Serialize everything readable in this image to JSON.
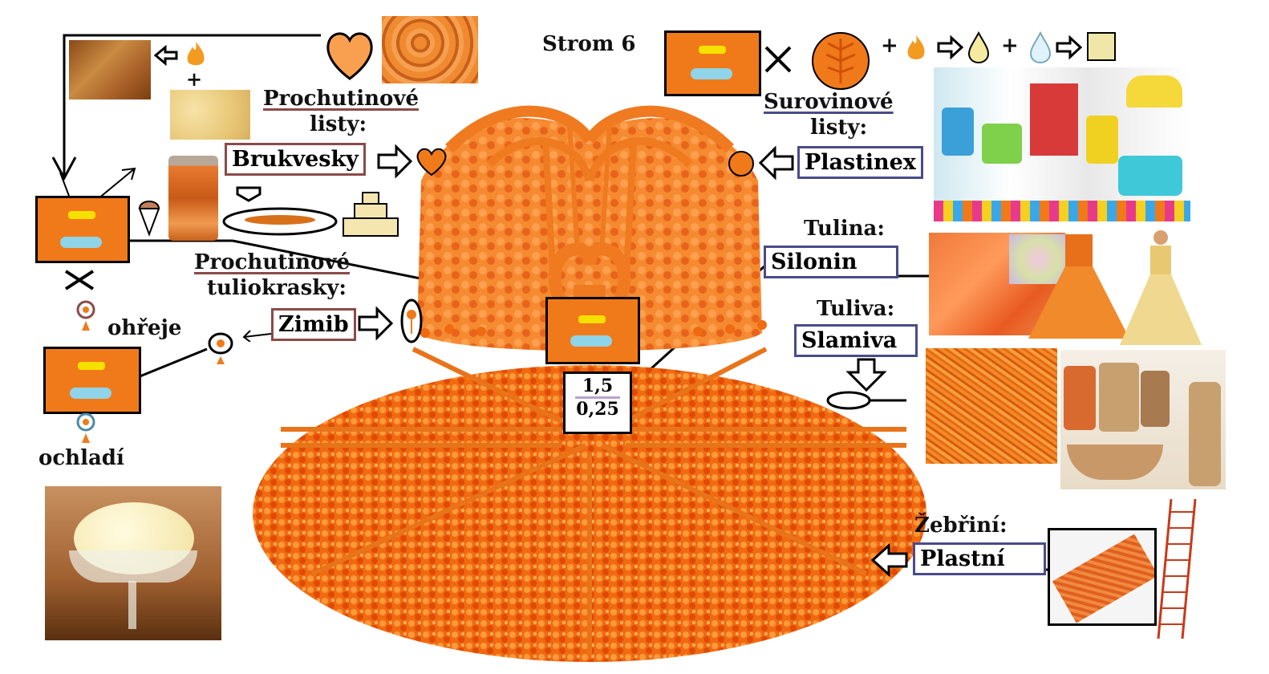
{
  "title": "Strom 6",
  "formula": {
    "plus1": "+",
    "plus2": "+"
  },
  "left_top_plus": "+",
  "labels": {
    "prochutinove_listy_1": "Prochutinové",
    "prochutinove_listy_2": "listy:",
    "brukvesky": "Brukvesky",
    "prochutinove_tulio_1": "Prochutinové",
    "prochutinove_tulio_2": "tuliokrasky:",
    "zimib": "Zimib",
    "ohreje": "ohřeje",
    "ochladi": "ochladí",
    "surovinove_listy_1": "Surovinové",
    "surovinove_listy_2": "listy:",
    "plastinex": "Plastinex",
    "tulina": "Tulina:",
    "silonin": "Silonin",
    "tuliva": "Tuliva:",
    "slamiva": "Slamiva",
    "zebrini": "Žebřiní:",
    "plastni": "Plastní",
    "ratio_top": "1,5",
    "ratio_bottom": "0,25"
  },
  "colors": {
    "orange": "#f07a1a",
    "dark_orange": "#d85a0a",
    "yellow": "#f5e000",
    "light_blue": "#8fd4e8",
    "beige": "#efe6a8"
  }
}
